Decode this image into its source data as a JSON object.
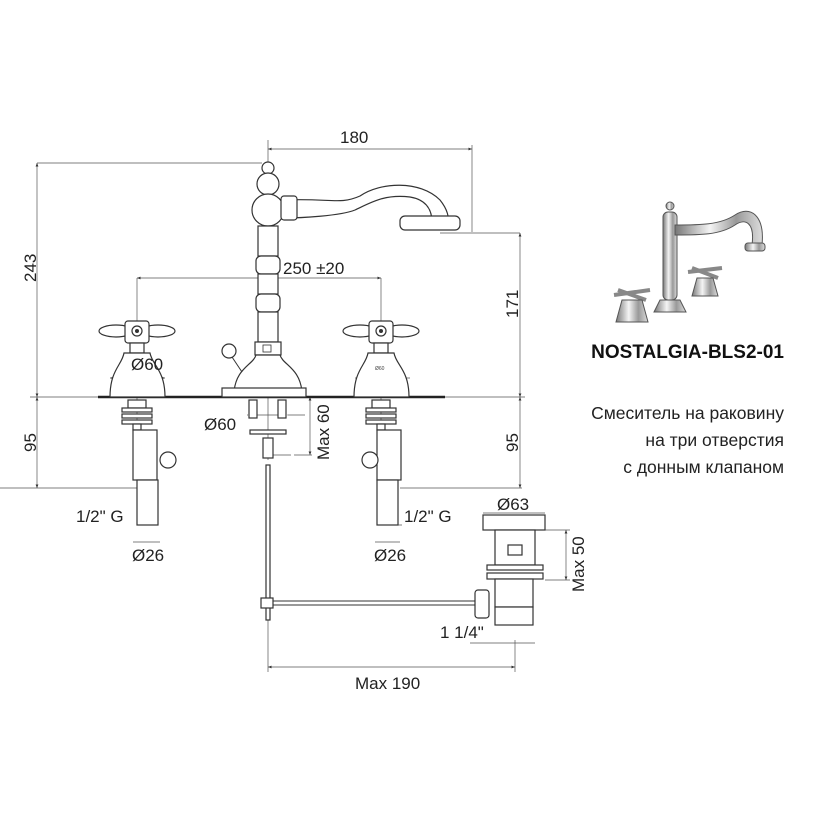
{
  "dimensions": {
    "spout_reach": "180",
    "total_height": "243",
    "spout_height": "171",
    "handle_spacing": "250 ±20",
    "escutcheon_left": "Ø60",
    "escutcheon_right_small": "Ø60",
    "center_base": "Ø60",
    "max_deck": "Max 60",
    "under_deck_left": "95",
    "under_deck_right": "95",
    "thread_left": "1/2\" G",
    "thread_right": "1/2\" G",
    "shank_left": "Ø26",
    "shank_right": "Ø26",
    "drain_cap": "Ø63",
    "drain_height": "Max 50",
    "drain_thread": "1 1/4\"",
    "rod_length": "Max 190"
  },
  "product": {
    "model": "NOSTALGIA-BLS2-01",
    "description": [
      "Смеситель на раковину",
      "на три отверстия",
      "с донным клапаном"
    ]
  }
}
